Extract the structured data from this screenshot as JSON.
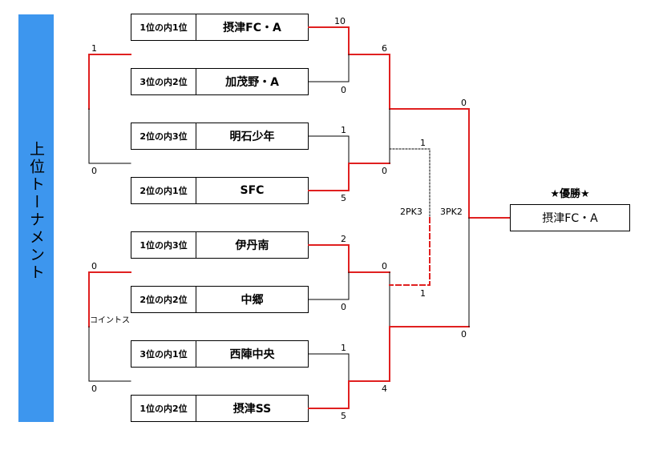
{
  "title": "上位トーナメント",
  "teams": [
    {
      "seed": "1位の内1位",
      "name": "摂津FC・A"
    },
    {
      "seed": "3位の内2位",
      "name": "加茂野・A"
    },
    {
      "seed": "2位の内3位",
      "name": "明石少年"
    },
    {
      "seed": "2位の内1位",
      "name": "SFC"
    },
    {
      "seed": "1位の内3位",
      "name": "伊丹南"
    },
    {
      "seed": "2位の内2位",
      "name": "中郷"
    },
    {
      "seed": "3位の内1位",
      "name": "西陣中央"
    },
    {
      "seed": "1位の内2位",
      "name": "摂津SS"
    }
  ],
  "scores": {
    "r1_m1_top": "10",
    "r1_m1_bottom": "0",
    "r1_m2_top": "1",
    "r1_m2_bottom": "5",
    "r1_m3_top": "2",
    "r1_m3_bottom": "0",
    "r1_m4_top": "1",
    "r1_m4_bottom": "5",
    "r2_m1_top": "6",
    "r2_m1_bottom": "0",
    "r2_m2_top": "0",
    "r2_m2_bottom": "4",
    "semi1_top": "0",
    "semi1_bottom": "0",
    "semi_pk": "2PK3",
    "third_place_top": "1",
    "third_place_bottom": "1",
    "final_top": "0",
    "final_bottom": "0",
    "final_pk": "3PK2",
    "left_top_upper": "1",
    "left_top_lower": "0",
    "left_bottom_upper": "0",
    "left_bottom_lower": "0",
    "coin_toss": "コイントス"
  },
  "champion": {
    "caption": "★優勝★",
    "name": "摂津FC・A"
  },
  "colors": {
    "banner": "#3d96ee",
    "winner_line": "#e02020",
    "line": "#000000"
  }
}
